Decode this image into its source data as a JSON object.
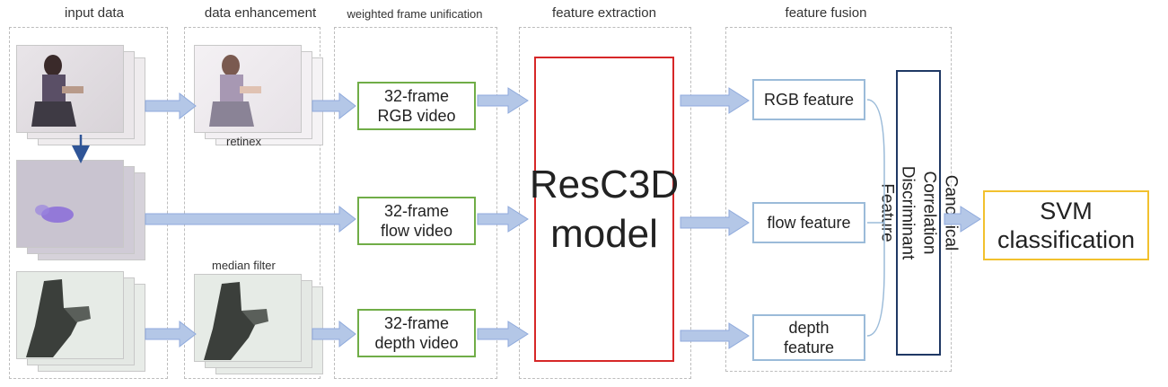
{
  "sections": {
    "input": "input data",
    "enhancement": "data enhancement",
    "unification": "weighted frame unification",
    "extraction": "feature extraction",
    "fusion": "feature fusion"
  },
  "captions": {
    "retinex": "retinex",
    "median": "median filter"
  },
  "videos": {
    "rgb": "32-frame\nRGB video",
    "flow": "32-frame\nflow video",
    "depth": "32-frame\ndepth video"
  },
  "model": "ResC3D\nmodel",
  "features": {
    "rgb": "RGB feature",
    "flow": "flow feature",
    "depth": "depth\nfeature"
  },
  "fusion_method": "Canonical Correlation\nDiscriminant Feature",
  "classifier": "SVM\nclassification",
  "colors": {
    "arrow_fill": "#b4c7e7",
    "arrow_stroke": "#8faadc",
    "green_border": "#70ad47",
    "blue_border": "#9bbbd9",
    "red_border": "#d62728",
    "navy_border": "#1f3864",
    "gold_border": "#f2c12e"
  }
}
